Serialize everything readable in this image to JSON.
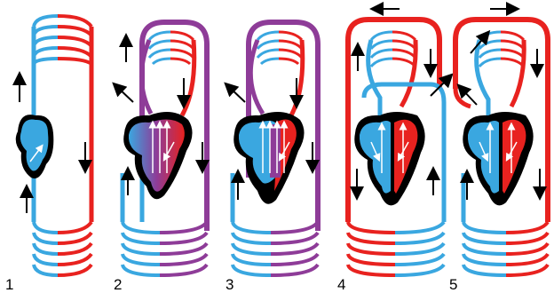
{
  "colors": {
    "oxygenated": "#e8221f",
    "deoxygenated": "#3aa7e0",
    "mixed": "#8e3c98",
    "heart_outline": "#000000",
    "background": "#ffffff",
    "arrow": "#000000",
    "arrow_white": "#ffffff"
  },
  "panels": [
    {
      "label": "1",
      "description_type": "single-circuit"
    },
    {
      "label": "2",
      "description_type": "mixed-circulation"
    },
    {
      "label": "3",
      "description_type": "mixed-circulation-partial-septum"
    },
    {
      "label": "4",
      "description_type": "double-circulation-two-arches"
    },
    {
      "label": "5",
      "description_type": "double-circulation-single-arch"
    }
  ]
}
